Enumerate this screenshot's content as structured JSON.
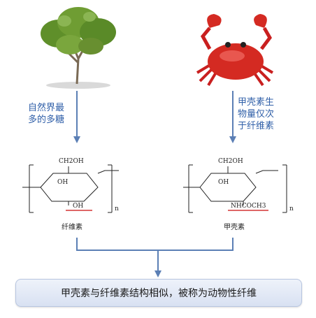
{
  "captions": {
    "tree": [
      "自然界最",
      "多的多糖"
    ],
    "crab": [
      "甲壳素生",
      "物量仅次",
      "于纤维素"
    ]
  },
  "cellulose": {
    "top_group": "CH2OH",
    "oh_upper": "OH",
    "oh_lower": "OH",
    "repeat": "n",
    "name": "纤维素"
  },
  "chitin": {
    "top_group": "CH2OH",
    "oh_upper": "OH",
    "substituent": "NHCOCH3",
    "repeat": "n",
    "name": "甲壳素"
  },
  "summary": "甲壳素与纤维素结构相似，被称为动物性纤维",
  "colors": {
    "arrow": "#5b7fb5",
    "caption": "#2f5fa8",
    "underline": "#d33333",
    "box_border": "#b7c5e0"
  },
  "icons": {
    "tree": "tree-icon",
    "crab": "crab-icon"
  }
}
